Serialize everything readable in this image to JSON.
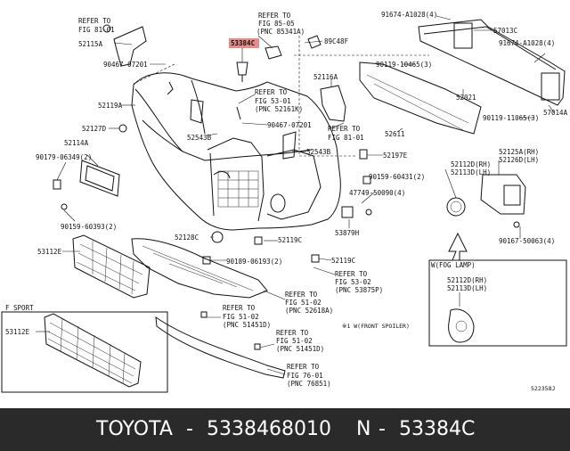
{
  "diagram": {
    "highlight_color": "#e88a8a",
    "highlighted_part": "53384C",
    "labels": {
      "refer_81_01_a": [
        "REFER TO",
        "FIG 81-01"
      ],
      "p52115A": "52115A",
      "p90467_07201_a": "90467-07201",
      "p52119A": "52119A",
      "p52127D": "52127D",
      "p52114A": "52114A",
      "p90179": "90179-06349(2)",
      "p90159_60393": "90159-60393(2)",
      "p53112E_a": "53112E",
      "f_sport": "F SPORT",
      "p53112E_b": "53112E",
      "refer_85_05": [
        "REFER TO",
        "FIG 85-05",
        "(PNC 85341A)"
      ],
      "p53384C": "53384C",
      "p89C48F": "89C48F",
      "refer_53_01_a": [
        "REFER TO",
        "FIG 53-01",
        "(PNC 52161K)"
      ],
      "p90467_07201_b": "90467-07201",
      "p52543B_a": "52543B",
      "p52543B_b": "52543B",
      "p52116A": "52116A",
      "refer_81_01_b": [
        "REFER TO",
        "FIG 81-01"
      ],
      "p52128C": "52128C",
      "p52119C_a": "52119C",
      "p90189": "90189-06193(2)",
      "p52119C_b": "52119C",
      "refer_53_02_a": [
        "REFER TO",
        "FIG 53-02",
        "(PNC 53875P)"
      ],
      "refer_51_02_a": [
        "REFER TO",
        "FIG 51-02",
        "(PNC 52618A)"
      ],
      "refer_51_02_b": [
        "REFER TO",
        "FIG 51-02",
        "(PNC 51451D)"
      ],
      "refer_51_02_c": [
        "REFER TO",
        "FIG 51-02",
        "(PNC 51451D)"
      ],
      "refer_76_01": [
        "REFER TO",
        "FIG 76-01",
        "(PNC 76851)"
      ],
      "front_spoiler_note": "※1 W(FRONT SPOILER)",
      "p91674_a": "91674-A1028(4)",
      "p57013C": "57013C",
      "p91674_b": "91674-A1028(4)",
      "p90119_a": "90119-10465(3)",
      "p52021": "52021",
      "p57014A": "57014A",
      "p90119_b": "90119-11065(3)",
      "p52611": "52611",
      "p52197E": "52197E",
      "p90159_60431": "90159-60431(2)",
      "p47749": "47749-50090(4)",
      "p53879H": "53879H",
      "p52112D_rh_a": "52112D(RH)",
      "p52113D_lh_a": "52113D(LH)",
      "p52125A": "52125A(RH)",
      "p52126D": "52126D(LH)",
      "p90167": "90167-50063(4)",
      "fog_lamp": "W(FOG LAMP)",
      "p52112D_rh_b": "52112D(RH)",
      "p52113D_lh_b": "52113D(LH)",
      "diagram_id": "522358J"
    }
  },
  "footer": {
    "brand": "TOYOTA",
    "separator": "-",
    "part_number": "5338468010",
    "code_prefix": "N",
    "code_separator": "-",
    "code": "53384C"
  }
}
